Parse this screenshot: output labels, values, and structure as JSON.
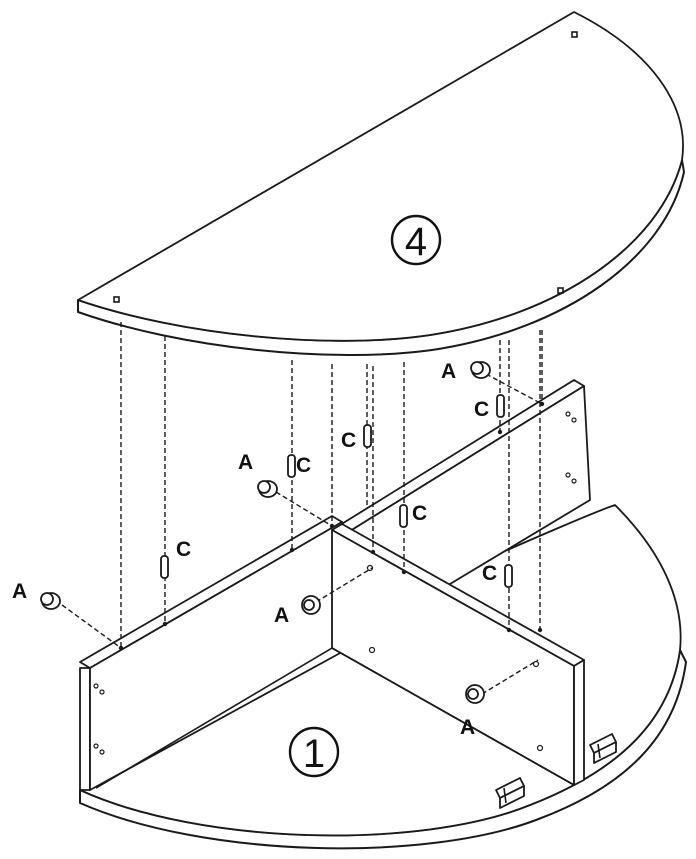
{
  "parts": {
    "top_panel": "4",
    "base_panel": "1"
  },
  "hardware": {
    "cam_lock": "A",
    "dowel": "C"
  }
}
